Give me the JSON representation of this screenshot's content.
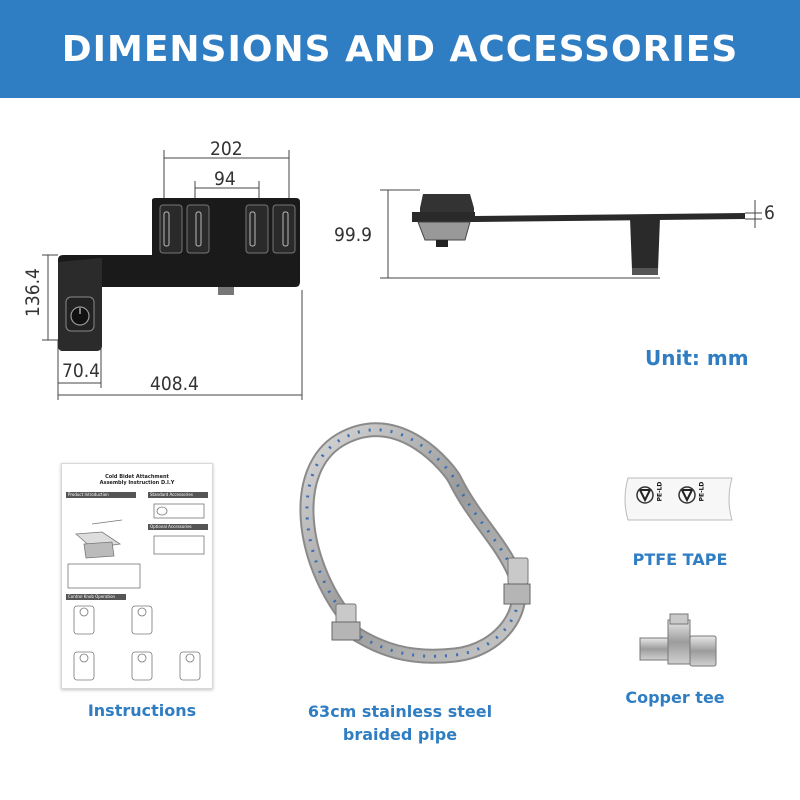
{
  "header": {
    "title": "DIMENSIONS AND ACCESSORIES"
  },
  "dimensions": {
    "top_width": "202",
    "inner_width": "94",
    "height_left": "136.4",
    "side_width": "70.4",
    "total_length": "408.4",
    "side_height": "99.9",
    "thickness": "6"
  },
  "unit_note": "Unit: mm",
  "manual": {
    "title_line1": "Cold Bidet Attachment",
    "title_line2": "Assembly Instruction D.I.Y",
    "sections": [
      "Product Introduction",
      "Standard Accessories",
      "Optional Accessories",
      "Control Knob Operation"
    ]
  },
  "tape_marks": [
    "PE-LD",
    "PE-LD"
  ],
  "accessories": [
    {
      "name": "Instructions"
    },
    {
      "name_line1": "63cm stainless steel",
      "name_line2": "braided pipe"
    },
    {
      "name": "PTFE TAPE"
    },
    {
      "name": "Copper tee"
    }
  ],
  "colors": {
    "brand_blue": "#2f7dc2",
    "line": "#444444",
    "product_black": "#1a1a1a",
    "hose_blue": "#3b6fb0"
  }
}
